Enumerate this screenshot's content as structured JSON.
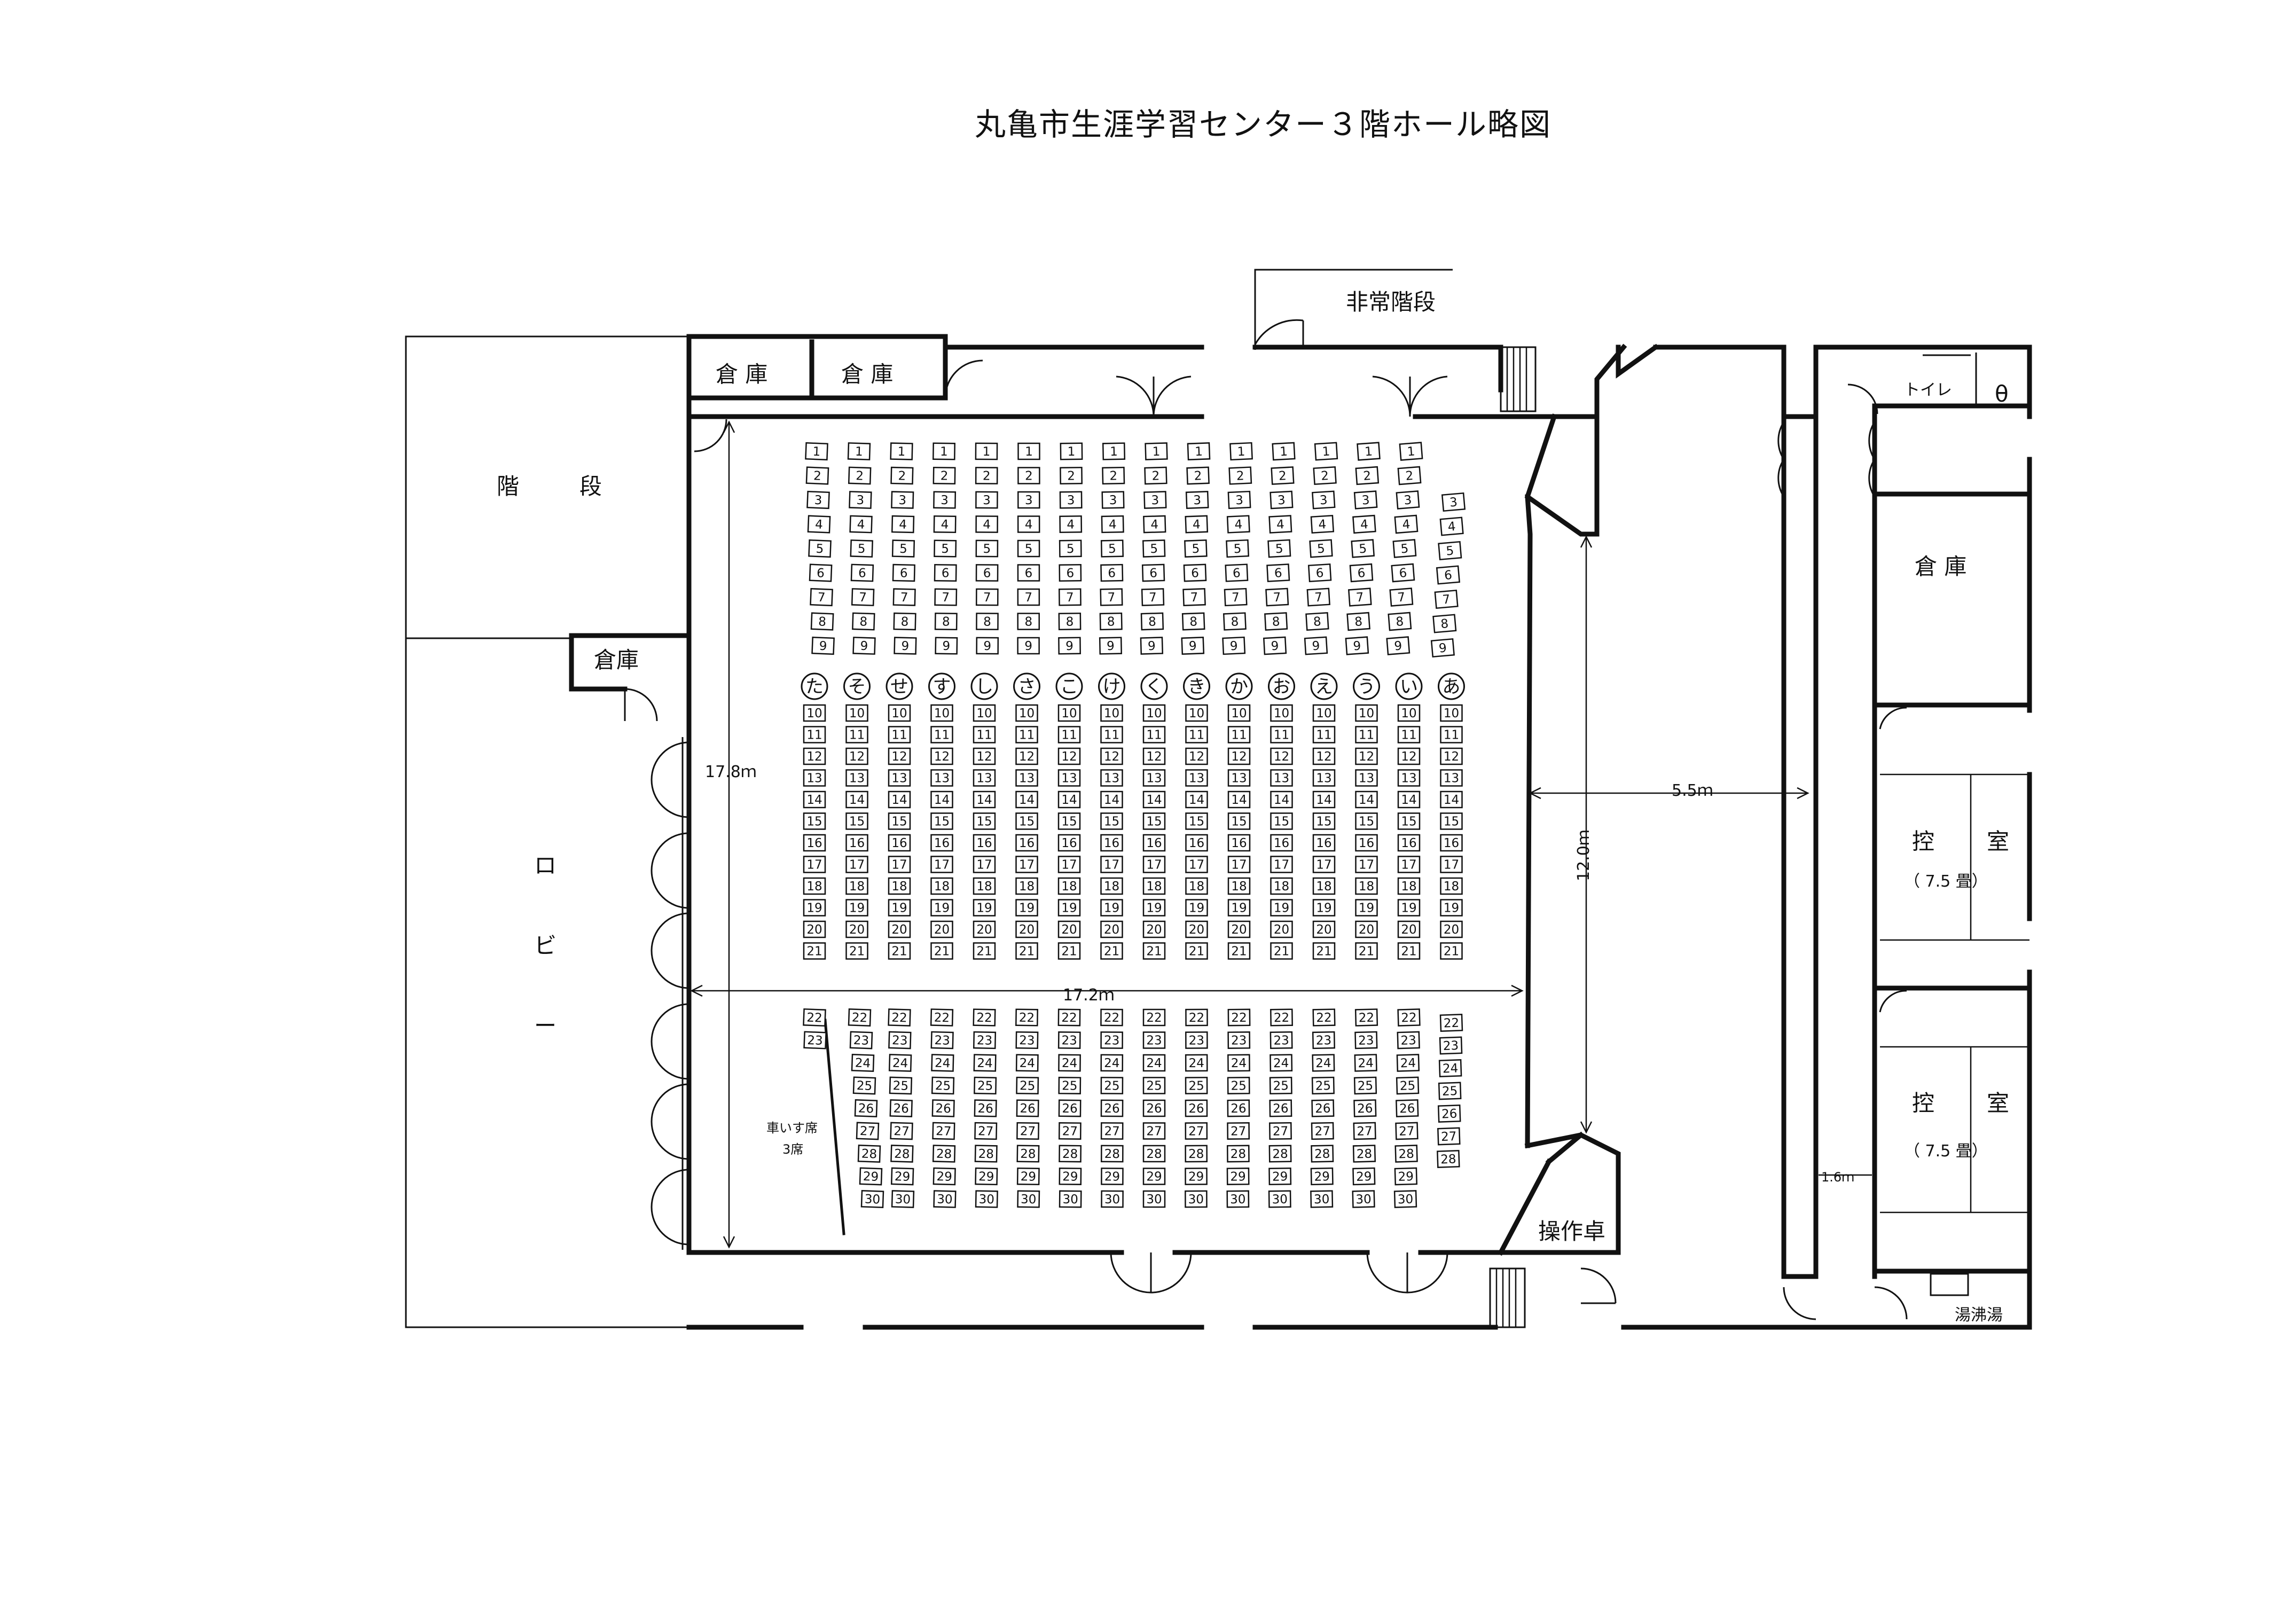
{
  "title": "丸亀市生涯学習センター３階ホール略図",
  "labels": {
    "emergency_stairs": "非常階段",
    "storage": "倉庫",
    "stairs": "階段",
    "lobby": "ロビー",
    "toilet": "トイレ",
    "toilet_symbol": "θ",
    "waiting_room": "控室",
    "waiting_room_size": "（7.5畳）",
    "wheelchair_line1": "車いす席",
    "wheelchair_line2": "3席",
    "control_desk": "操作卓",
    "kettle_room": "湯沸湯"
  },
  "dimensions": {
    "hall_depth": "17.8ｍ",
    "hall_width": "17.2ｍ",
    "stage_depth": "12.0ｍ",
    "stage_width": "5.5ｍ",
    "corridor_width": "1.6ｍ"
  },
  "seating": {
    "row_labels": [
      "た",
      "そ",
      "せ",
      "す",
      "し",
      "さ",
      "こ",
      "け",
      "く",
      "き",
      "か",
      "お",
      "え",
      "う",
      "い",
      "あ"
    ],
    "front_block_seats": [
      1,
      9
    ],
    "front_block_seats_last_row": [
      3,
      9
    ],
    "middle_block_seats": [
      10,
      21
    ],
    "rear_block_seats": [
      22,
      30
    ],
    "rear_block_seats_first_row": [
      22,
      23
    ],
    "rear_block_seats_last_row": [
      22,
      28
    ],
    "wheelchair_seats": 3
  }
}
